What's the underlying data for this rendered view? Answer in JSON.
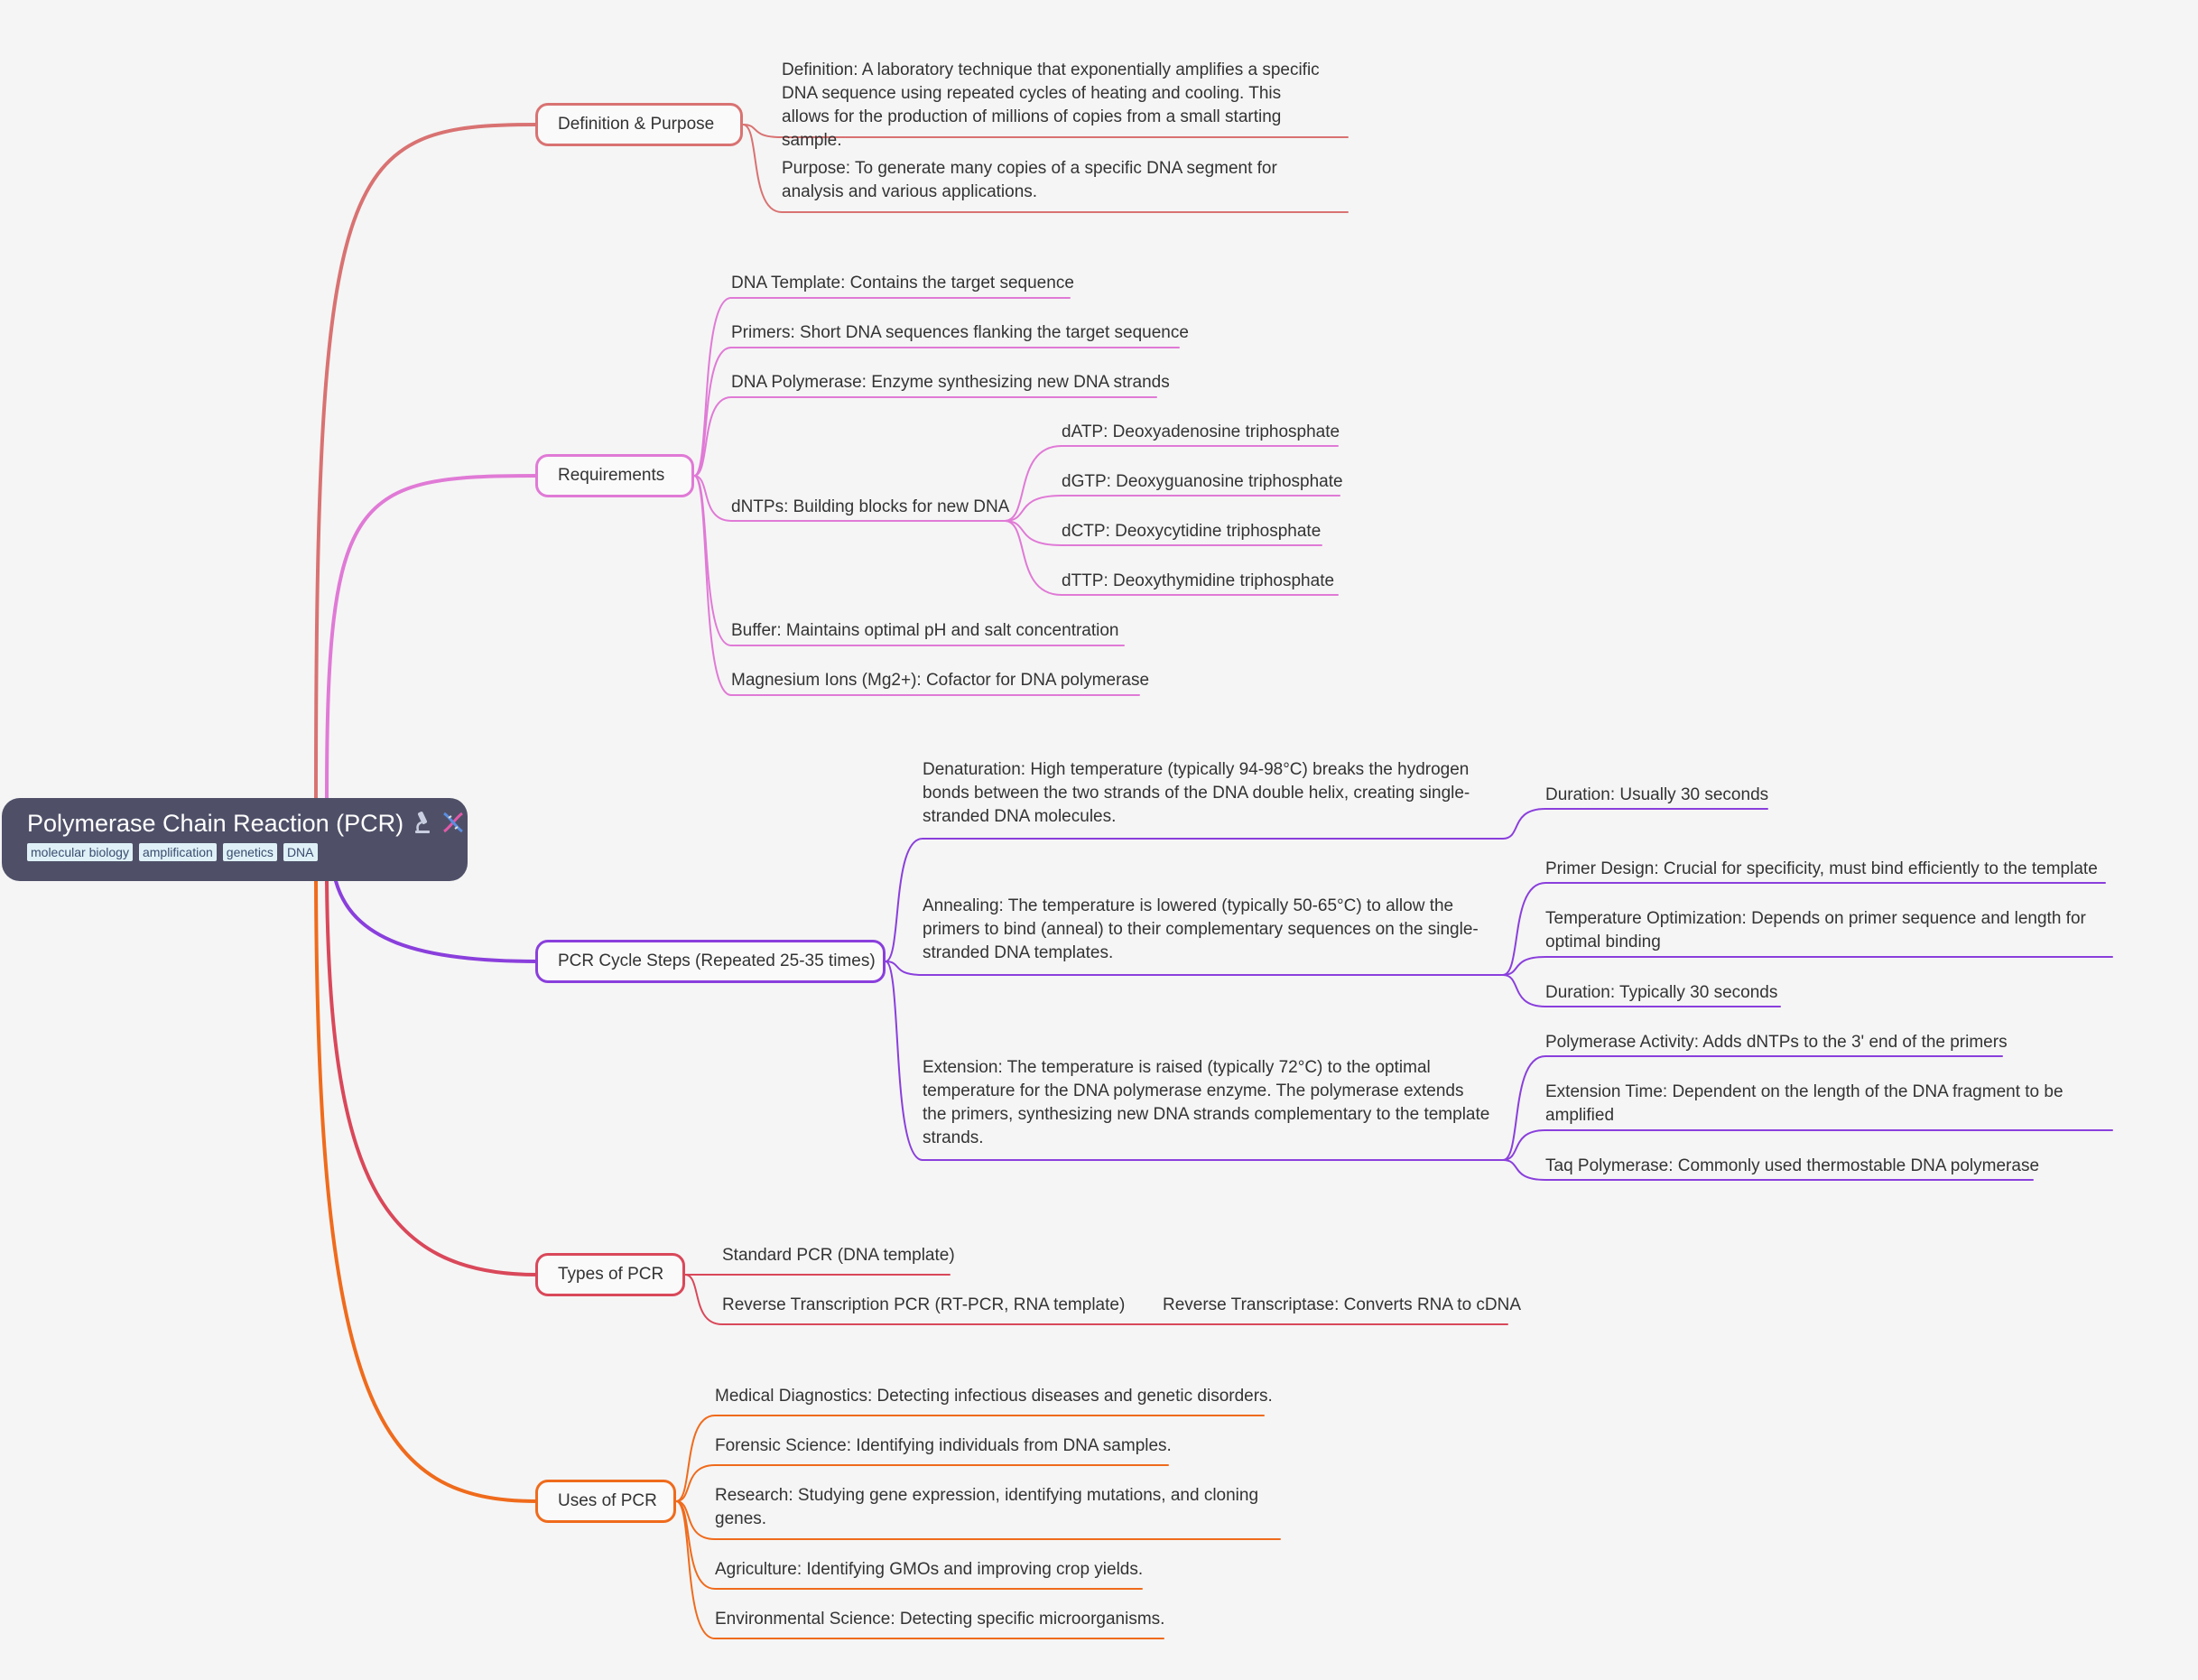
{
  "root": {
    "title": "Polymerase Chain Reaction (PCR)",
    "icons": [
      "microscope-icon",
      "dna-icon"
    ],
    "tags": [
      "molecular biology",
      "amplification",
      "genetics",
      "DNA"
    ]
  },
  "colors": {
    "definition": "#d97272",
    "requirements": "#e07ad6",
    "cycle": "#8a3fdc",
    "types": "#d9485a",
    "uses": "#ef6b1c",
    "root_bg": "#4f5068",
    "background": "#f5f5f5"
  },
  "branches": {
    "definition": {
      "label": "Definition & Purpose",
      "items": [
        "Definition: A laboratory technique that exponentially amplifies a specific DNA sequence using repeated cycles of heating and cooling. This allows for the production of millions of copies from a small starting sample.",
        "Purpose: To generate many copies of a specific DNA segment for analysis and various applications."
      ]
    },
    "requirements": {
      "label": "Requirements",
      "items": [
        "DNA Template: Contains the target sequence",
        "Primers: Short DNA sequences flanking the target sequence",
        "DNA Polymerase: Enzyme synthesizing new DNA strands",
        "dNTPs: Building blocks for new DNA",
        "Buffer: Maintains optimal pH and salt concentration",
        "Magnesium Ions (Mg2+): Cofactor for DNA polymerase"
      ],
      "dntps": [
        "dATP: Deoxyadenosine triphosphate",
        "dGTP: Deoxyguanosine triphosphate",
        "dCTP: Deoxycytidine triphosphate",
        "dTTP: Deoxythymidine triphosphate"
      ]
    },
    "cycle": {
      "label": "PCR Cycle Steps (Repeated 25-35 times)",
      "steps": [
        "Denaturation: High temperature (typically 94-98°C) breaks the hydrogen bonds between the two strands of the DNA double helix, creating single-stranded DNA molecules.",
        "Annealing: The temperature is lowered (typically 50-65°C) to allow the primers to bind (anneal) to their complementary sequences on the single-stranded DNA templates.",
        "Extension: The temperature is raised (typically 72°C) to the optimal temperature for the DNA polymerase enzyme. The polymerase extends the primers, synthesizing new DNA strands complementary to the template strands."
      ],
      "denaturation_details": [
        "Duration: Usually 30 seconds"
      ],
      "annealing_details": [
        "Primer Design: Crucial for specificity, must bind efficiently to the template",
        "Temperature Optimization: Depends on primer sequence and length for optimal binding",
        "Duration: Typically 30 seconds"
      ],
      "extension_details": [
        "Polymerase Activity: Adds dNTPs to the 3' end of the primers",
        "Extension Time: Dependent on the length of the DNA fragment to be amplified",
        "Taq Polymerase: Commonly used thermostable DNA polymerase"
      ]
    },
    "types": {
      "label": "Types of PCR",
      "items": [
        "Standard PCR (DNA template)",
        "Reverse Transcription PCR (RT-PCR, RNA template)"
      ],
      "rt_details": [
        "Reverse Transcriptase: Converts RNA to cDNA"
      ]
    },
    "uses": {
      "label": "Uses of PCR",
      "items": [
        "Medical Diagnostics: Detecting infectious diseases and genetic disorders.",
        "Forensic Science: Identifying individuals from DNA samples.",
        "Research: Studying gene expression, identifying mutations, and cloning genes.",
        "Agriculture: Identifying GMOs and improving crop yields.",
        "Environmental Science: Detecting specific microorganisms."
      ]
    }
  }
}
